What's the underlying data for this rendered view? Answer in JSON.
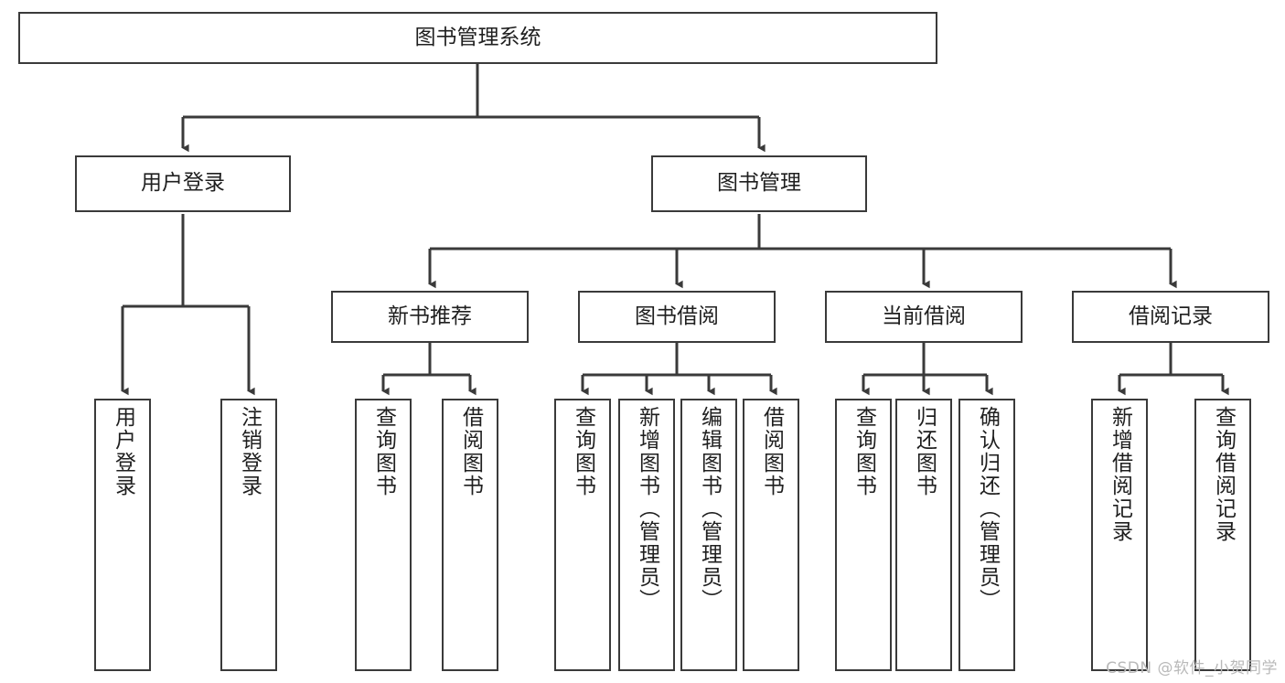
{
  "diagram": {
    "title": "图书管理系统",
    "type": "tree-hierarchy",
    "colors": {
      "box_border": "#3a3a3a",
      "connector": "#3a3a3a",
      "text": "#1f1f1f",
      "background": "#ffffff",
      "watermark": "#b9b9b9"
    },
    "root": {
      "label": "图书管理系统"
    },
    "level1": [
      {
        "label": "用户登录"
      },
      {
        "label": "图书管理"
      }
    ],
    "level2": [
      {
        "label": "新书推荐"
      },
      {
        "label": "图书借阅"
      },
      {
        "label": "当前借阅"
      },
      {
        "label": "借阅记录"
      }
    ],
    "leaves": {
      "user_login": [
        {
          "label": "用户登录"
        },
        {
          "label": "注销登录"
        }
      ],
      "new_book_recommend": [
        {
          "label": "查询图书"
        },
        {
          "label": "借阅图书"
        }
      ],
      "book_borrow": [
        {
          "label": "查询图书"
        },
        {
          "label": "新增图书（管理员）"
        },
        {
          "label": "编辑图书（管理员）"
        },
        {
          "label": "借阅图书"
        }
      ],
      "current_borrow": [
        {
          "label": "查询图书"
        },
        {
          "label": "归还图书"
        },
        {
          "label": "确认归还（管理员）"
        }
      ],
      "borrow_record": [
        {
          "label": "新增借阅记录"
        },
        {
          "label": "查询借阅记录"
        }
      ]
    }
  },
  "watermark": {
    "text": "CSDN @软件_小贺同学"
  }
}
